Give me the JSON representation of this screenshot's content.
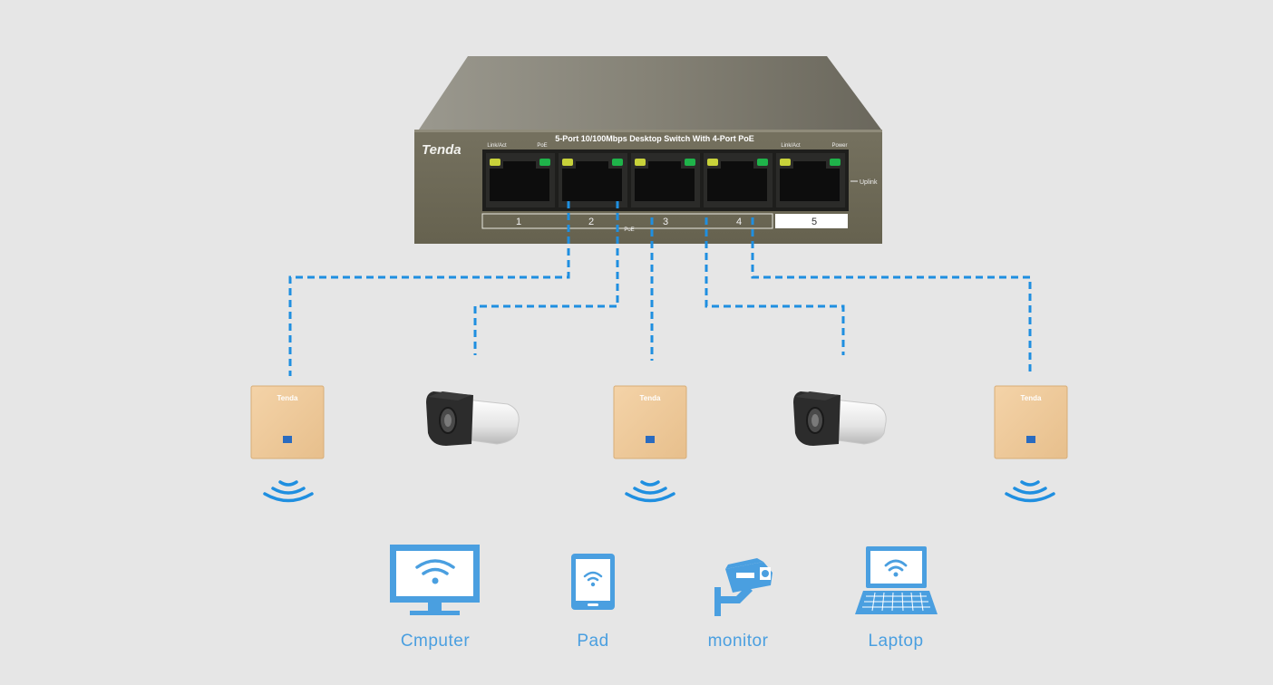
{
  "switch": {
    "brand": "Tenda",
    "model_text": "5-Port  10/100Mbps Desktop Switch With 4-Port PoE",
    "led_labels": {
      "link_act_left": "Link/Act",
      "poe": "PoE",
      "link_act_right": "Link/Act",
      "power": "Power"
    },
    "uplink_label": "Uplink",
    "poe_group_label": "PoE",
    "ports": [
      "1",
      "2",
      "3",
      "4",
      "5"
    ],
    "colors": {
      "body_top": "#8c8a7f",
      "body_front": "#6f6b5f",
      "led_yellow": "#c8d23a",
      "led_green": "#1fb34a"
    }
  },
  "cable_color": "#1f8fe0",
  "devices": [
    {
      "kind": "access-point",
      "brand": "Tenda"
    },
    {
      "kind": "bullet-camera"
    },
    {
      "kind": "access-point",
      "brand": "Tenda"
    },
    {
      "kind": "bullet-camera"
    },
    {
      "kind": "access-point",
      "brand": "Tenda"
    }
  ],
  "clients": [
    {
      "icon": "computer-monitor-icon",
      "label": "Cmputer"
    },
    {
      "icon": "tablet-icon",
      "label": "Pad"
    },
    {
      "icon": "security-camera-icon",
      "label": "monitor"
    },
    {
      "icon": "laptop-icon",
      "label": "Laptop"
    }
  ],
  "icon_color": "#4a9fe0"
}
